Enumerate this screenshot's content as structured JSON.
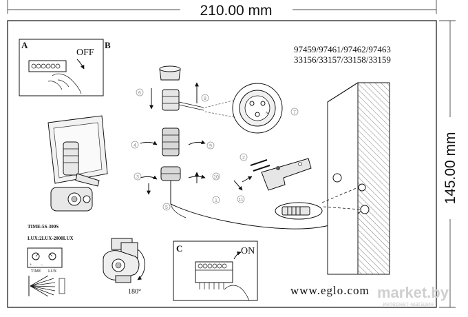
{
  "dimensions": {
    "width_label": "210.00 mm",
    "height_label": "145.00 mm"
  },
  "panels": {
    "a": {
      "letter": "A",
      "action": "OFF"
    },
    "b": {
      "letter": "B"
    },
    "c": {
      "letter": "C",
      "action": "ON"
    }
  },
  "model_numbers": {
    "line1": "97459/97461/97462/97463",
    "line2": "33156/33157/33158/33159"
  },
  "sensor_settings": {
    "time": "TIME:5S-300S",
    "lux": "LUX:2LUX-2000LUX",
    "dial_time": "TIME",
    "dial_lux": "LUX",
    "plus": "+",
    "minus": "−",
    "angle": "180°"
  },
  "step_numbers": [
    "1",
    "2",
    "3",
    "4",
    "5",
    "6",
    "7",
    "8",
    "9",
    "10",
    "11"
  ],
  "website": "www.eglo.com",
  "watermark": {
    "brand": "market.by",
    "subtitle": "интернет-магазин"
  }
}
